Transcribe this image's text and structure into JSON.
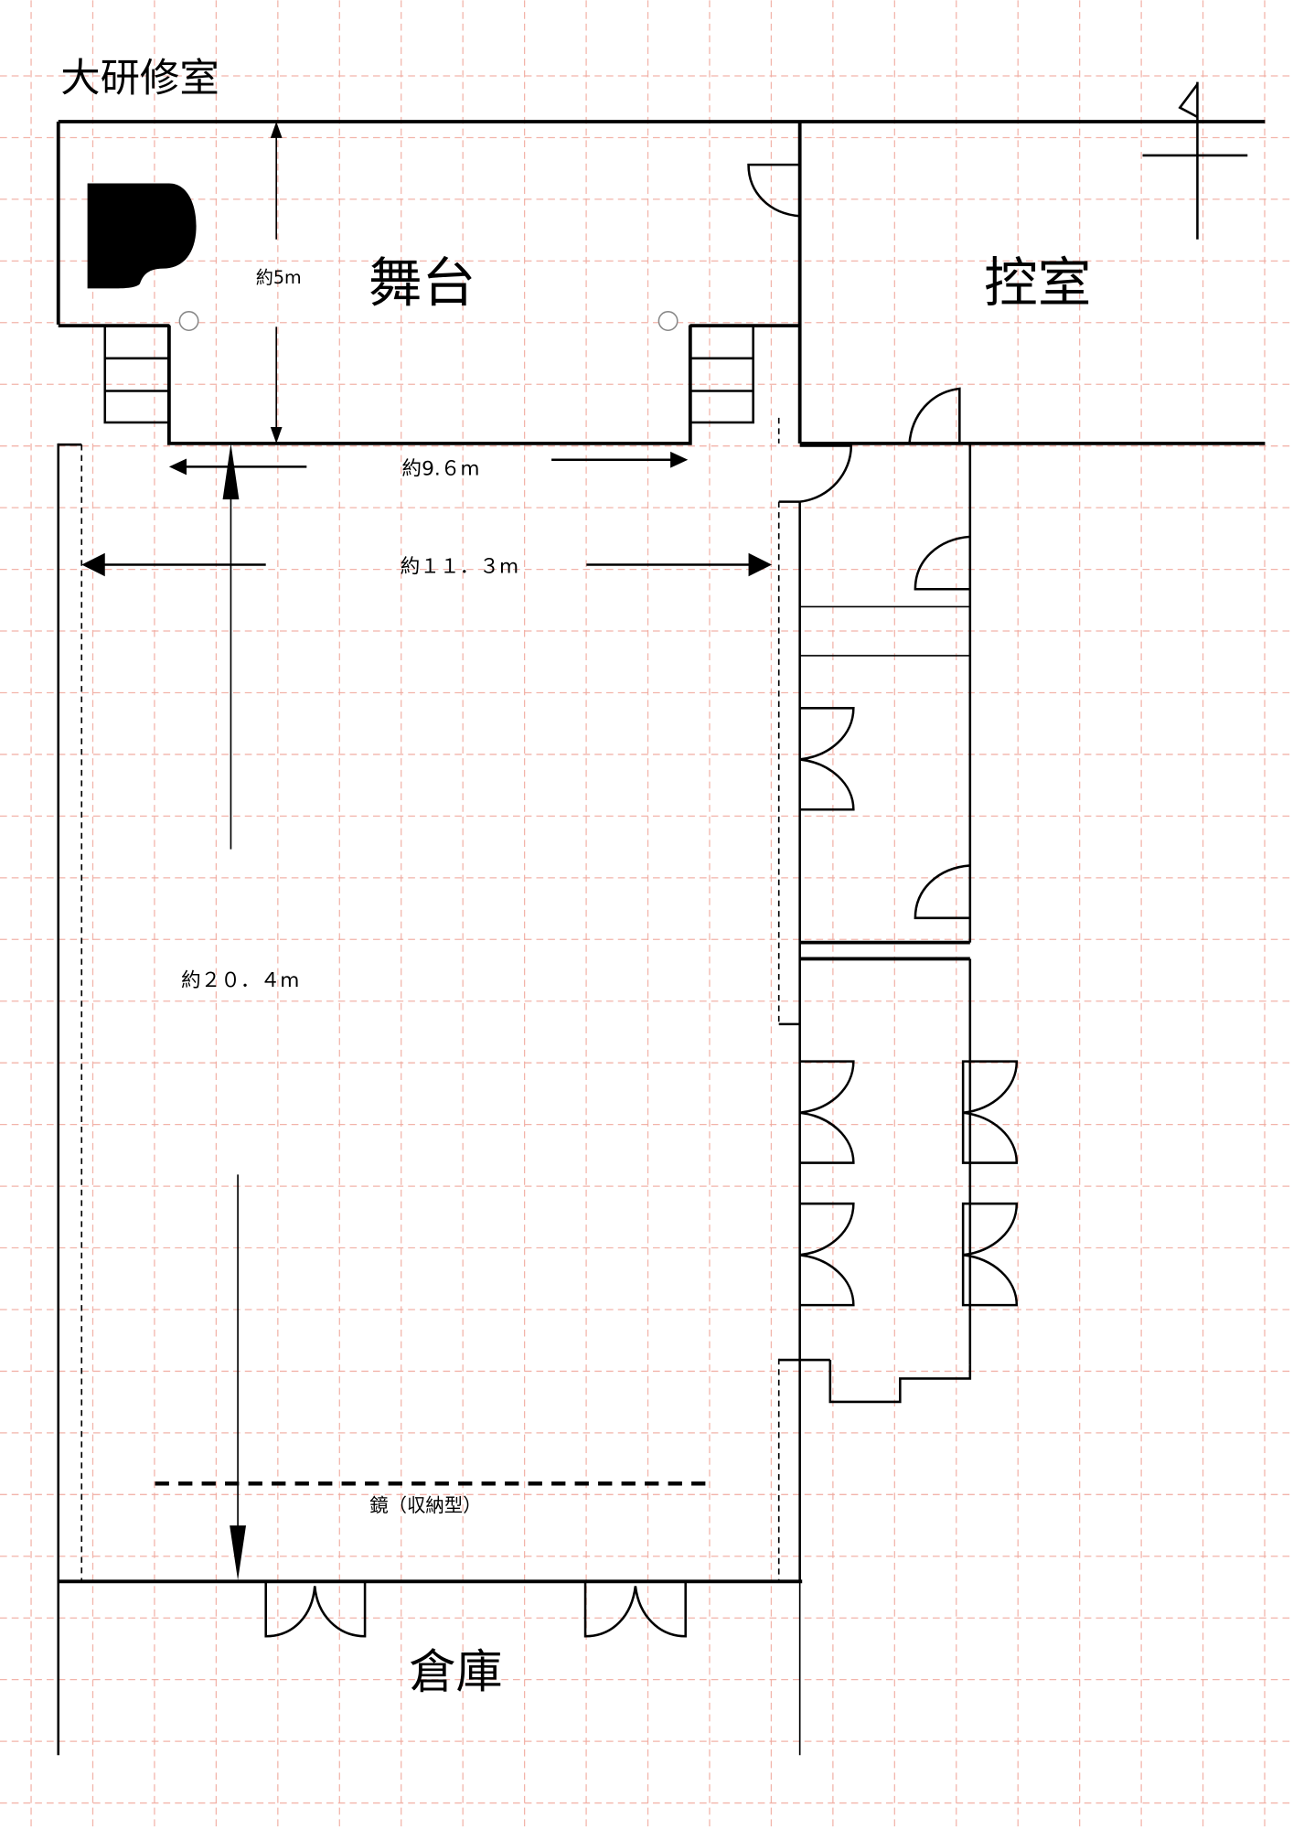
{
  "title": "大研修室",
  "rooms": {
    "stage": "舞台",
    "waiting_room": "控室",
    "storage": "倉庫"
  },
  "dimensions": {
    "stage_depth": "約5m",
    "stage_width": "約9.６m",
    "room_width": "約１１．３m",
    "room_length": "約２０．４m"
  },
  "mirror_label": "鏡（収納型）",
  "colors": {
    "grid": "#f0a89c",
    "line": "#000000"
  }
}
